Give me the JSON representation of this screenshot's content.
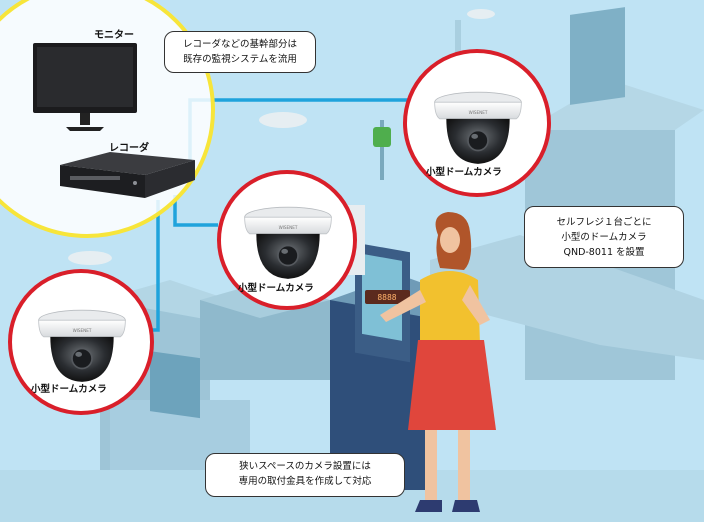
{
  "colors": {
    "background": "#bfe3f4",
    "cable": "#1fa3dc",
    "highlight_ring": "#f7e53a",
    "camera_ring": "#d91f2a",
    "kiosk_body": "#8fb9cc",
    "woman_shirt": "#f2c12e",
    "woman_skirt": "#e0463c"
  },
  "labels": {
    "monitor": "モニター",
    "recorder": "レコーダ",
    "camera_1": "小型ドームカメラ",
    "camera_2": "小型ドームカメラ",
    "camera_3": "小型ドームカメラ"
  },
  "notes": {
    "existing_system": [
      "レコーダなどの基幹部分は",
      "既存の監視システムを流用"
    ],
    "per_register": [
      "セルフレジ１台ごとに",
      "小型のドームカメラ",
      "QND-8011 を設置"
    ],
    "mounting": [
      "狭いスペースのカメラ設置には",
      "専用の取付金具を作成して対応"
    ]
  },
  "icons": {
    "monitor": "monitor-icon",
    "recorder": "recorder-icon",
    "camera": "dome-camera-icon"
  }
}
